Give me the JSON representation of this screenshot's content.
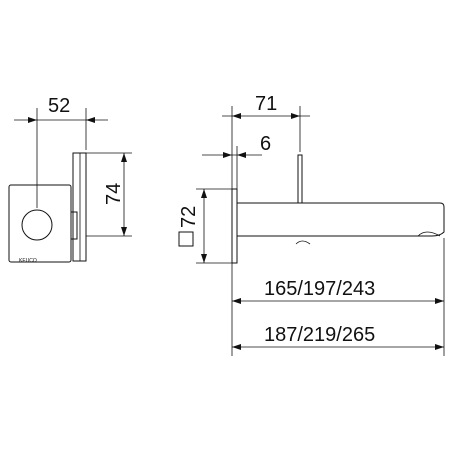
{
  "front_view": {
    "dim_width": "52",
    "dim_height": "74",
    "logo_text": "KEUCO"
  },
  "side_view": {
    "dim_top": "71",
    "dim_lever": "6",
    "dim_square": "72",
    "dim_spout_short": "165/197/243",
    "dim_spout_long": "187/219/265"
  }
}
